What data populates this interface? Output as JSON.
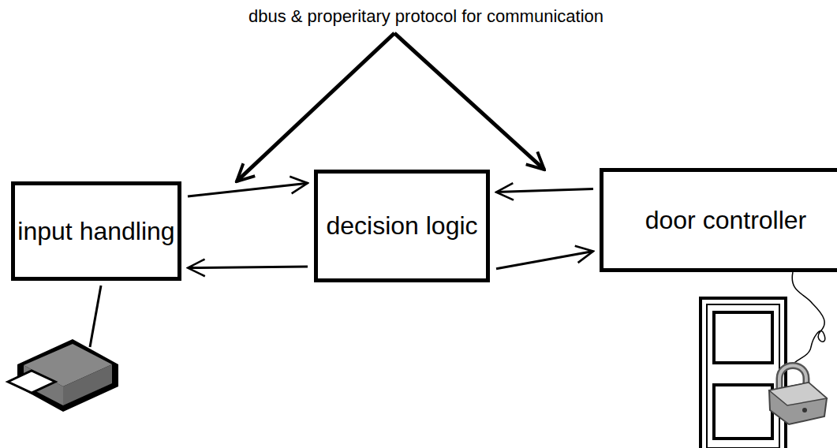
{
  "diagram": {
    "nodes": [
      {
        "text": [
          "input handling"
        ]
      },
      {
        "text": [
          "decision logic"
        ]
      },
      {
        "text": [
          "door controller"
        ]
      }
    ],
    "edges": [
      {
        "from": 0,
        "to": 1,
        "arrow": "to"
      },
      {
        "from": 1,
        "to": 0,
        "arrow": "to"
      },
      {
        "from": 2,
        "to": 1,
        "arrow": "to"
      },
      {
        "from": 1,
        "to": 2,
        "arrow": "to"
      }
    ],
    "labels": [
      "dbus & properitary protocol for communication"
    ]
  }
}
